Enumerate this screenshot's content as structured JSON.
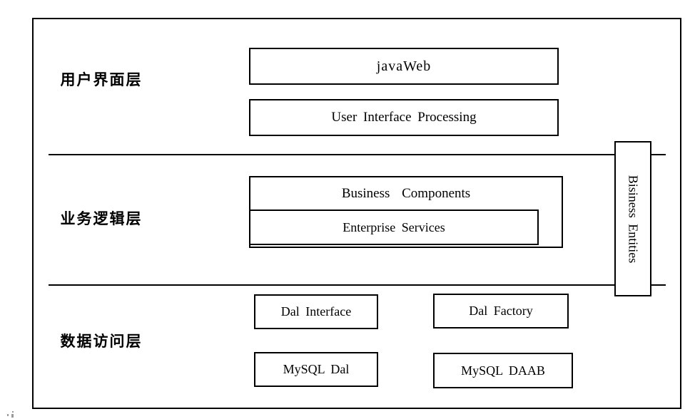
{
  "diagram": {
    "title": "layered-architecture-diagram",
    "colors": {
      "line": "#000000",
      "background": "#ffffff",
      "text": "#000000"
    },
    "layers": [
      {
        "label": "用户界面层"
      },
      {
        "label": "业务逻辑层"
      },
      {
        "label": "数据访问层"
      }
    ],
    "boxes": {
      "javaweb": "javaWeb",
      "user_interface_processing": "User Interface Processing",
      "business_components": "Business Components",
      "enterprise_services": "Enterprise Services",
      "dal_interface": "Dal Interface",
      "dal_factory": "Dal Factory",
      "mysql_dal": "MySQL Dal",
      "mysql_daab": "MySQL DAAB",
      "business_entities": "Bisiness Entities"
    }
  }
}
